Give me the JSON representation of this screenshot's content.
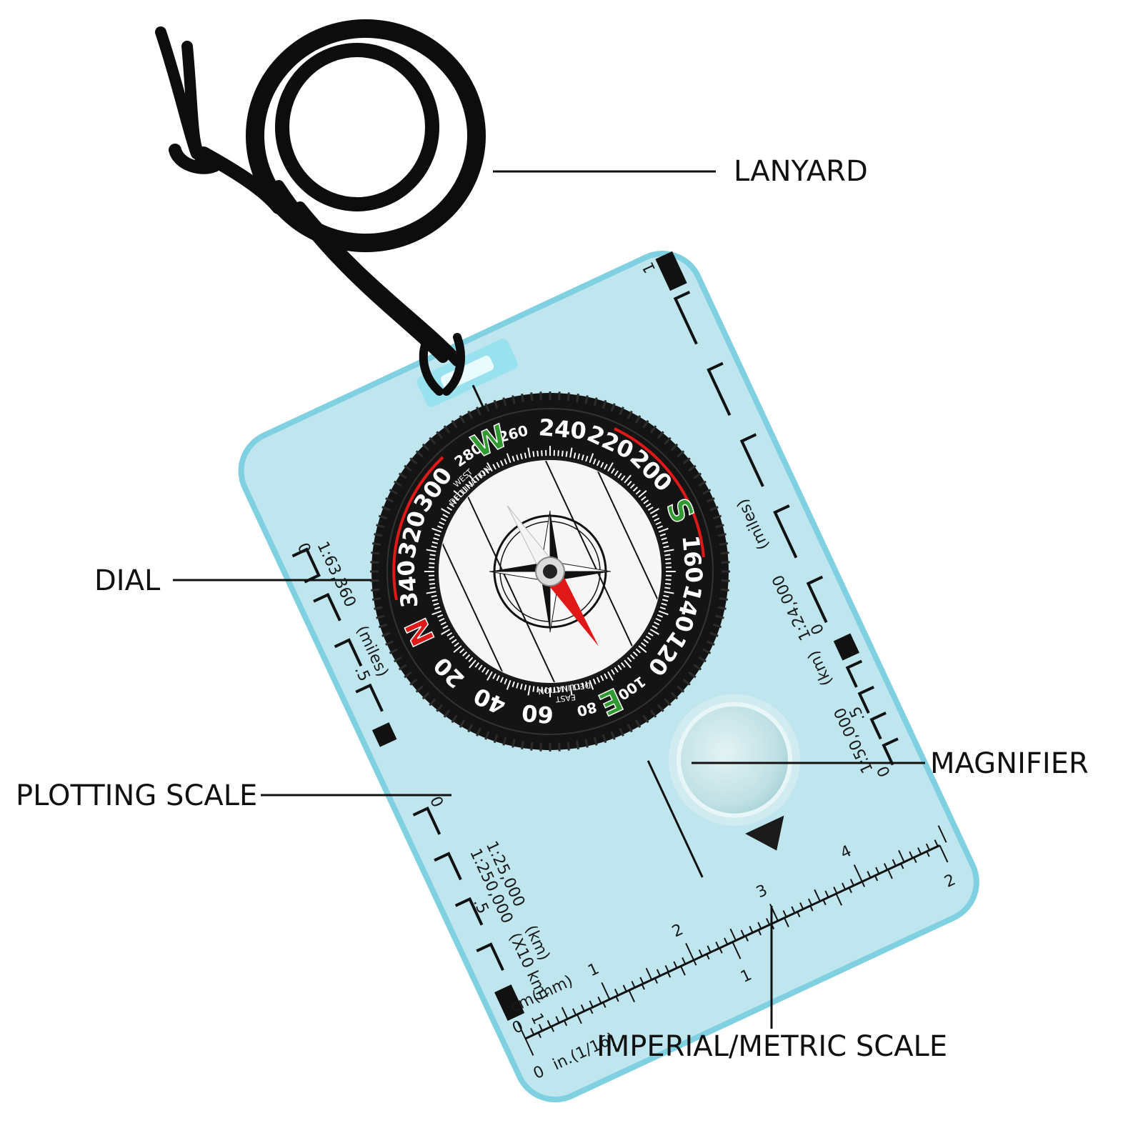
{
  "colors": {
    "plate_fill": "#bfe6ef",
    "plate_edge": "#7fd0e0",
    "bezel": "#141414",
    "needle_red": "#e01818",
    "needle_white": "#f4f4f4",
    "green_letter": "#2f9a2f",
    "red_letter": "#e01818",
    "cord": "#0d0d0d",
    "callout_line": "#111111"
  },
  "callouts": {
    "lanyard": "LANYARD",
    "dial": "DIAL",
    "magnifier": "MAGNIFIER",
    "plotting_scale": "PLOTTING SCALE",
    "imperial_metric_scale": "IMPERIAL/METRIC SCALE"
  },
  "dial": {
    "numbers": [
      "20",
      "40",
      "60",
      "80",
      "100",
      "120",
      "140",
      "160",
      "200",
      "220",
      "240",
      "260",
      "280",
      "300",
      "320",
      "340"
    ],
    "cardinals": {
      "n": "N",
      "e": "E",
      "s": "S",
      "w": "W"
    },
    "west_declination": [
      "WEST",
      "DECLINATION"
    ],
    "east_declination": [
      "EAST",
      "DECLINATION"
    ]
  },
  "scales": {
    "left_top_ratio": "1:63,360",
    "left_top_unit": "(miles)",
    "left_top_zero": "0",
    "left_top_half": ".5",
    "left_mid_zero": "0",
    "left_mid_ratio_1": "1:250,000",
    "left_mid_ratio_2": "1:25,000",
    "left_mid_unit_1": "(X10 km)",
    "left_mid_unit_2": "(km)",
    "left_mid_half": ".5",
    "left_mid_one": "1",
    "right_top_unit": "(miles)",
    "right_top_ratio": "1:24,000",
    "right_top_zero": "0",
    "right_mid_unit": "(km)",
    "right_mid_ratio": "1:50,000",
    "right_mid_half": ".5",
    "right_mid_zero": "0",
    "right_top_one": "1",
    "bottom_cm_label": "cm(mm)",
    "bottom_in_label": "in.(1/16)",
    "bottom_cm_numbers": [
      "0",
      "1",
      "2",
      "3",
      "4"
    ],
    "bottom_in_numbers": [
      "0",
      "1",
      "2"
    ]
  }
}
